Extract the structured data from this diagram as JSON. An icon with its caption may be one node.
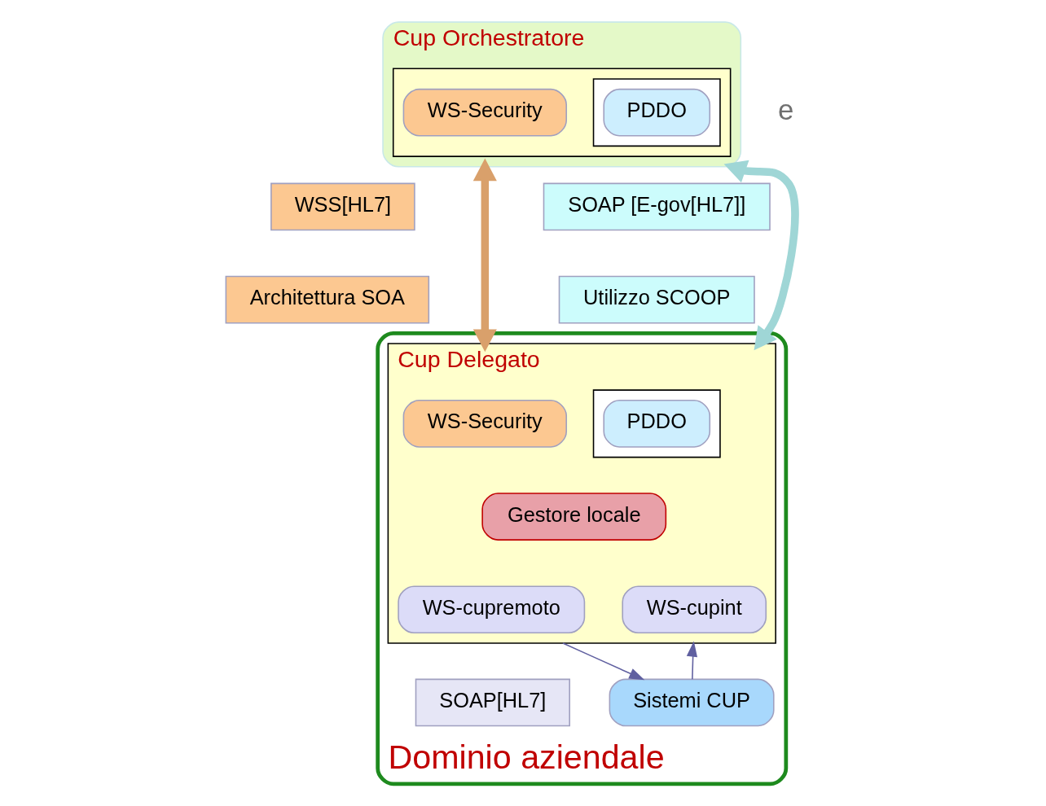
{
  "diagram": {
    "nodes": [
      {
        "text": [
          "Cup Orchestratore"
        ]
      },
      {
        "text": [],
        "shape": "box",
        "in": 0
      },
      {
        "text": [
          "WS-Security"
        ],
        "in": 1
      },
      {
        "text": [],
        "shape": "box",
        "in": 1
      },
      {
        "text": [
          "PDDO"
        ],
        "in": 3
      },
      {
        "text": [
          "WSS[HL7]"
        ]
      },
      {
        "text": [
          "SOAP [E-gov[HL7]]"
        ]
      },
      {
        "text": [
          "Architettura SOA"
        ]
      },
      {
        "text": [
          "Utilizzo SCOOP"
        ]
      },
      {
        "text": [
          "Dominio aziendale"
        ]
      },
      {
        "text": [
          "Cup Delegato"
        ],
        "in": 9
      },
      {
        "text": [
          "WS-Security"
        ],
        "in": 10
      },
      {
        "text": [],
        "shape": "box",
        "in": 10
      },
      {
        "text": [
          "PDDO"
        ],
        "in": 12
      },
      {
        "text": [
          "Gestore locale"
        ],
        "in": 10
      },
      {
        "text": [
          "WS-cupremoto"
        ],
        "in": 10
      },
      {
        "text": [
          "WS-cupint"
        ],
        "in": 10
      },
      {
        "text": [
          "SOAP[HL7]"
        ],
        "in": 9
      },
      {
        "text": [
          "Sistemi CUP"
        ],
        "in": 9
      }
    ],
    "edges": [
      {
        "from": 0,
        "to": 10,
        "arrow": "both",
        "style": "thick",
        "color": "#d9a06b"
      },
      {
        "from": 0,
        "to": 10,
        "arrow": "both",
        "style": "thick",
        "color": "#9fd6d6"
      },
      {
        "from": 10,
        "to": 18,
        "arrow": "to"
      },
      {
        "from": 18,
        "to": 10,
        "arrow": "to"
      }
    ],
    "labels": [
      "e"
    ]
  }
}
